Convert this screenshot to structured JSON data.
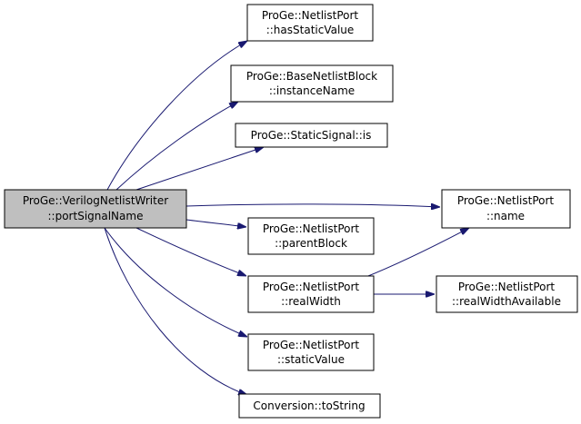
{
  "graph": {
    "root": {
      "line1": "ProGe::VerilogNetlistWriter",
      "line2": "::portSignalName"
    },
    "nodes": [
      {
        "id": "hasStaticValue",
        "line1": "ProGe::NetlistPort",
        "line2": "::hasStaticValue"
      },
      {
        "id": "instanceName",
        "line1": "ProGe::BaseNetlistBlock",
        "line2": "::instanceName"
      },
      {
        "id": "staticSignalIs",
        "line1": "ProGe::StaticSignal::is",
        "line2": ""
      },
      {
        "id": "name",
        "line1": "ProGe::NetlistPort",
        "line2": "::name"
      },
      {
        "id": "parentBlock",
        "line1": "ProGe::NetlistPort",
        "line2": "::parentBlock"
      },
      {
        "id": "realWidth",
        "line1": "ProGe::NetlistPort",
        "line2": "::realWidth"
      },
      {
        "id": "realWidthAvailable",
        "line1": "ProGe::NetlistPort",
        "line2": "::realWidthAvailable"
      },
      {
        "id": "staticValue",
        "line1": "ProGe::NetlistPort",
        "line2": "::staticValue"
      },
      {
        "id": "toString",
        "line1": "Conversion::toString",
        "line2": ""
      }
    ],
    "edges": [
      [
        "root",
        "hasStaticValue"
      ],
      [
        "root",
        "instanceName"
      ],
      [
        "root",
        "staticSignalIs"
      ],
      [
        "root",
        "name"
      ],
      [
        "root",
        "parentBlock"
      ],
      [
        "root",
        "realWidth"
      ],
      [
        "root",
        "staticValue"
      ],
      [
        "root",
        "toString"
      ],
      [
        "realWidth",
        "name"
      ],
      [
        "realWidth",
        "realWidthAvailable"
      ]
    ],
    "colors": {
      "edge": "#191970",
      "root_fill": "#bfbfbf",
      "node_fill": "#ffffff",
      "border": "#000000"
    }
  }
}
